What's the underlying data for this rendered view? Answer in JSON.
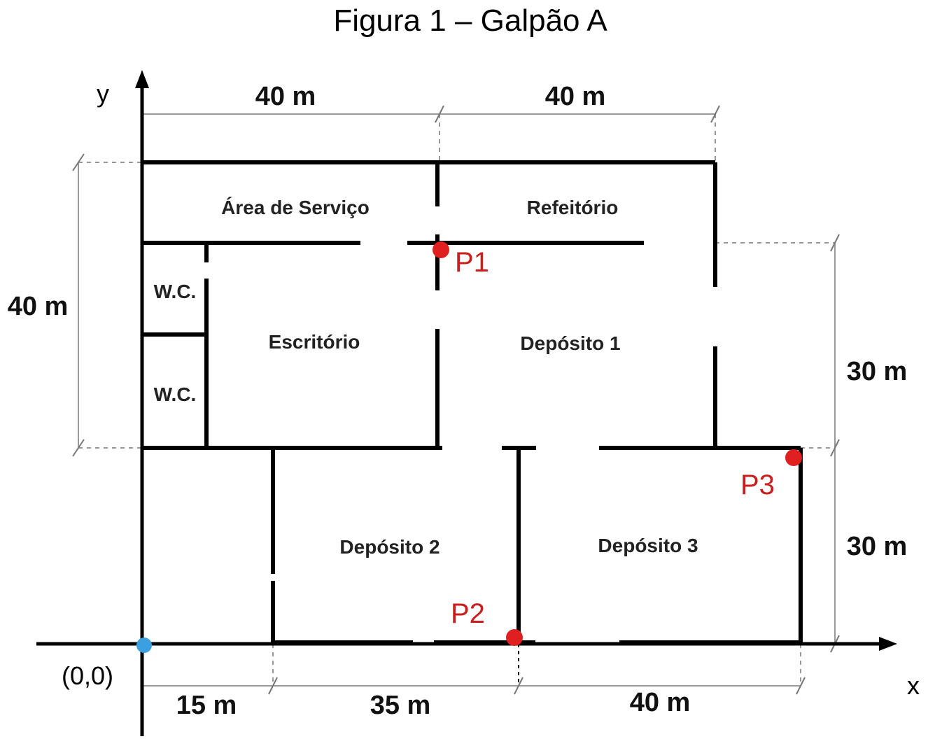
{
  "title": "Figura 1 – Galpão A",
  "axes": {
    "x_label": "x",
    "y_label": "y",
    "origin_label": "(0,0)"
  },
  "dimensions": {
    "top_left": "40 m",
    "top_right": "40 m",
    "left_height": "40 m",
    "right_upper": "30 m",
    "right_lower": "30 m",
    "bottom_1": "15 m",
    "bottom_2": "35 m",
    "bottom_3": "40 m"
  },
  "rooms": {
    "area_servico": "Área de Serviço",
    "refeitorio": "Refeitório",
    "wc_top": "W.C.",
    "wc_bottom": "W.C.",
    "escritorio": "Escritório",
    "deposito1": "Depósito 1",
    "deposito2": "Depósito 2",
    "deposito3": "Depósito 3"
  },
  "points": {
    "p1": "P1",
    "p2": "P2",
    "p3": "P3"
  },
  "colors": {
    "point": "#e02020",
    "point_label": "#c81e1e",
    "origin": "#3aa0e0"
  }
}
